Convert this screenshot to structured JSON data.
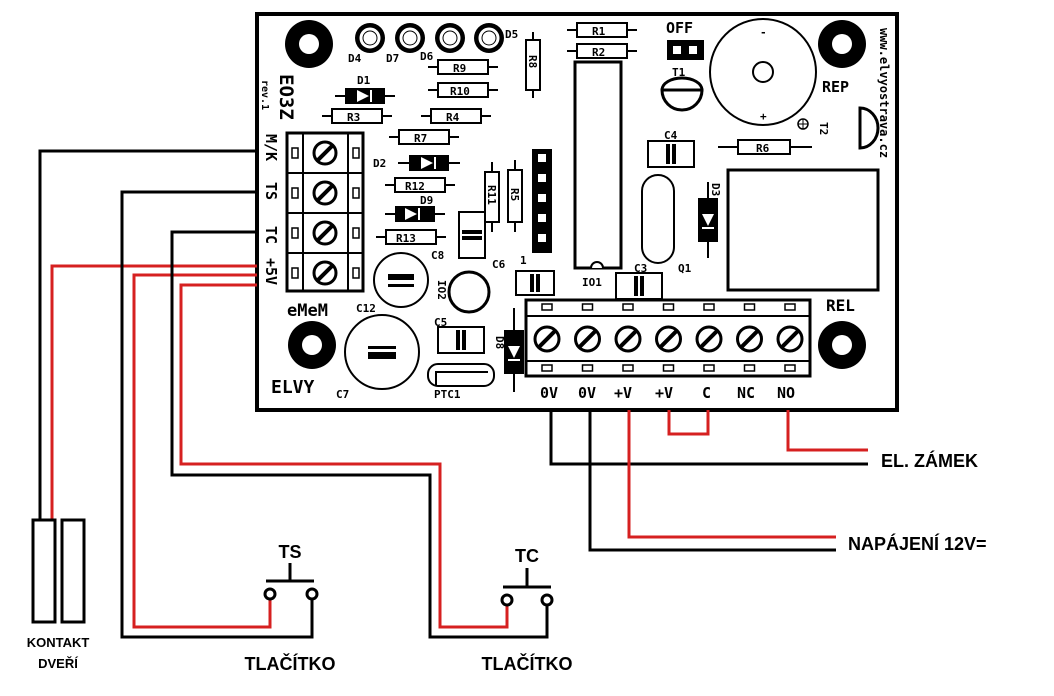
{
  "board": {
    "model": "EO3Z",
    "revision": "rev.1",
    "website": "www.elvyostrava.cz",
    "brand_logo": "eMeM",
    "brand": "ELVY",
    "left_terminals": [
      "M/K",
      "TS",
      "TC",
      "+5V"
    ],
    "bottom_terminals": [
      "0V",
      "0V",
      "+V",
      "+V",
      "C",
      "NC",
      "NO"
    ],
    "off_label": "OFF",
    "rep_label": "REP",
    "rel_label": "REL",
    "pin1_label": "1",
    "resistors": [
      "R1",
      "R2",
      "R3",
      "R4",
      "R5",
      "R6",
      "R7",
      "R8",
      "R9",
      "R10",
      "R11",
      "R12",
      "R13"
    ],
    "diodes": [
      "D1",
      "D2",
      "D3",
      "D4",
      "D5",
      "D6",
      "D7",
      "D8",
      "D9"
    ],
    "capacitors": [
      "C3",
      "C4",
      "C5",
      "C6",
      "C7",
      "C8",
      "C12"
    ],
    "other_parts": [
      "IO1",
      "IO2",
      "T1",
      "T2",
      "Q1",
      "PTC1"
    ]
  },
  "labels": {
    "lock": "EL. ZÁMEK",
    "power": "NAPÁJENÍ 12V=",
    "door_contact_line1": "KONTAKT",
    "door_contact_line2": "DVEŘÍ",
    "button_ts_name": "TS",
    "button_tc_name": "TC",
    "button_ts_caption": "TLAČÍTKO",
    "button_tc_caption": "TLAČÍTKO"
  },
  "colors": {
    "pcb": "#000000",
    "wire_black": "#000000",
    "wire_red": "#d62020"
  }
}
